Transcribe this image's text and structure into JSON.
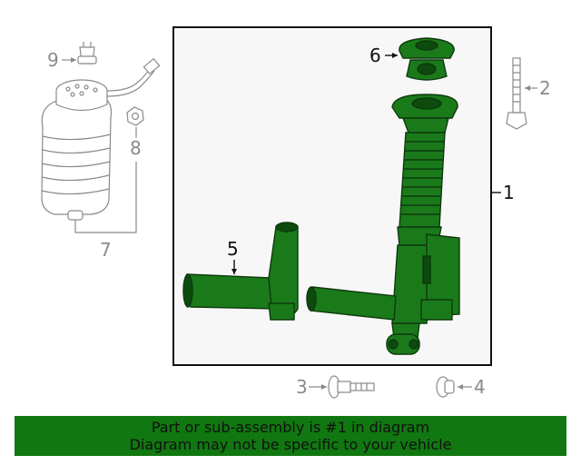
{
  "diagram": {
    "callouts": {
      "c1": "1",
      "c2": "2",
      "c3": "3",
      "c4": "4",
      "c5": "5",
      "c6": "6",
      "c7": "7",
      "c8": "8",
      "c9": "9"
    }
  },
  "colors": {
    "highlight_part": "#1a7a1a",
    "highlight_dark": "#0d4a0d",
    "context_part": "#9a9a9a",
    "banner": "#117811"
  },
  "banner": {
    "line1": "Part or sub-assembly is #1 in diagram",
    "line2": "Diagram may not be specific to your vehicle"
  }
}
